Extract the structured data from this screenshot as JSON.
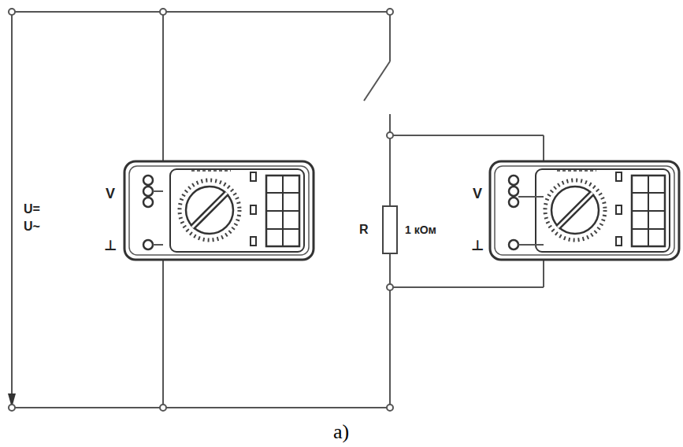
{
  "diagram": {
    "caption": "а)",
    "labels": [
      "U=",
      "U~",
      "V",
      "⊥",
      "R",
      "1 кОм",
      "V",
      "⊥"
    ]
  }
}
